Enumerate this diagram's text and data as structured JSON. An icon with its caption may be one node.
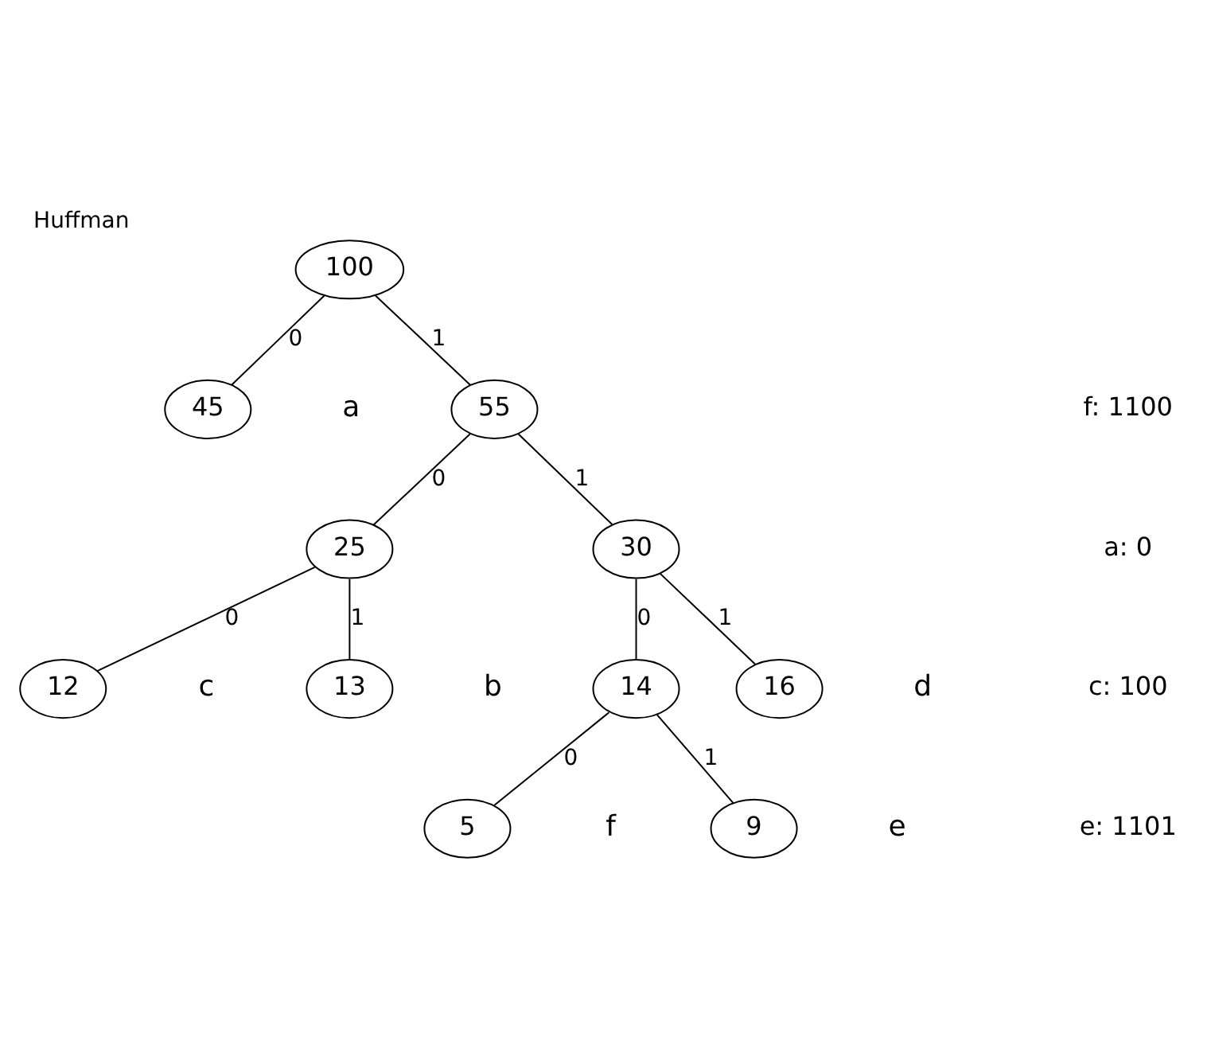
{
  "diagram": {
    "title": "Huffman",
    "nodes": [
      {
        "text": [
          "100"
        ]
      },
      {
        "text": [
          "45"
        ],
        "beside": [
          "a"
        ]
      },
      {
        "text": [
          "55"
        ]
      },
      {
        "text": [
          "25"
        ]
      },
      {
        "text": [
          "30"
        ]
      },
      {
        "text": [
          "12"
        ],
        "beside": [
          "c"
        ]
      },
      {
        "text": [
          "13"
        ],
        "beside": [
          "b"
        ]
      },
      {
        "text": [
          "14"
        ]
      },
      {
        "text": [
          "16"
        ],
        "beside": [
          "d"
        ]
      },
      {
        "text": [
          "5"
        ],
        "beside": [
          "f"
        ]
      },
      {
        "text": [
          "9"
        ],
        "beside": [
          "e"
        ]
      }
    ],
    "edges": [
      {
        "from": 0,
        "to": 1,
        "arrow": "none",
        "label": "0"
      },
      {
        "from": 0,
        "to": 2,
        "arrow": "none",
        "label": "1"
      },
      {
        "from": 2,
        "to": 3,
        "arrow": "none",
        "label": "0"
      },
      {
        "from": 2,
        "to": 4,
        "arrow": "none",
        "label": "1"
      },
      {
        "from": 3,
        "to": 5,
        "arrow": "none",
        "label": "0"
      },
      {
        "from": 3,
        "to": 6,
        "arrow": "none",
        "label": "1"
      },
      {
        "from": 4,
        "to": 7,
        "arrow": "none",
        "label": "0"
      },
      {
        "from": 4,
        "to": 8,
        "arrow": "none",
        "label": "1"
      },
      {
        "from": 7,
        "to": 9,
        "arrow": "none",
        "label": "0"
      },
      {
        "from": 7,
        "to": 10,
        "arrow": "none",
        "label": "1"
      }
    ],
    "labels": [
      "f: 1100",
      "a: 0",
      "c: 100",
      "e: 1101"
    ]
  }
}
